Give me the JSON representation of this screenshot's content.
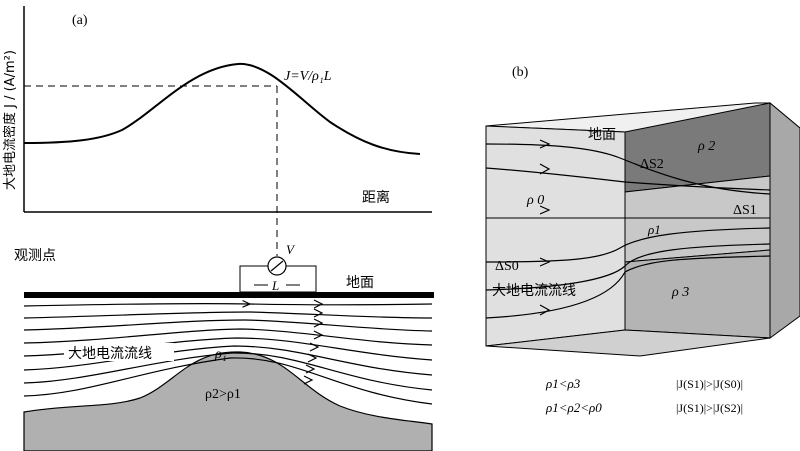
{
  "panel_a": {
    "label": "(a)",
    "y_axis_label": "大地电流密度 J / (A/m²)",
    "x_axis_label": "距离",
    "formula": "J=V/ρ₁L",
    "observation_point_label": "观测点",
    "meter_label": "V",
    "length_label": "L",
    "ground_label": "地面",
    "current_lines_label": "大地电流流线",
    "rho_label": "ρ₁",
    "body_label": "ρ2>ρ1"
  },
  "panel_b": {
    "label": "(b)",
    "ground_label": "地面",
    "rho2": "ρ 2",
    "rho0": "ρ 0",
    "rho1": "ρ1",
    "rho3": "ρ 3",
    "ds0": "ΔS0",
    "ds1": "ΔS1",
    "ds2": "ΔS2",
    "current_lines_label": "大地电流流线",
    "relations_left": [
      "ρ1<ρ3",
      "ρ1<ρ2<ρ0"
    ],
    "relations_right": [
      "|J(S1)|>|J(S0)|",
      "|J(S1)|>|J(S2)|"
    ]
  },
  "colors": {
    "ink": "#000000",
    "block_light": "#e0e0e0",
    "block_side": "#c8c8c8",
    "block_mid": "#b4b4b4",
    "block_dark": "#7a7a7a",
    "body_fill": "#b0b0b0"
  }
}
